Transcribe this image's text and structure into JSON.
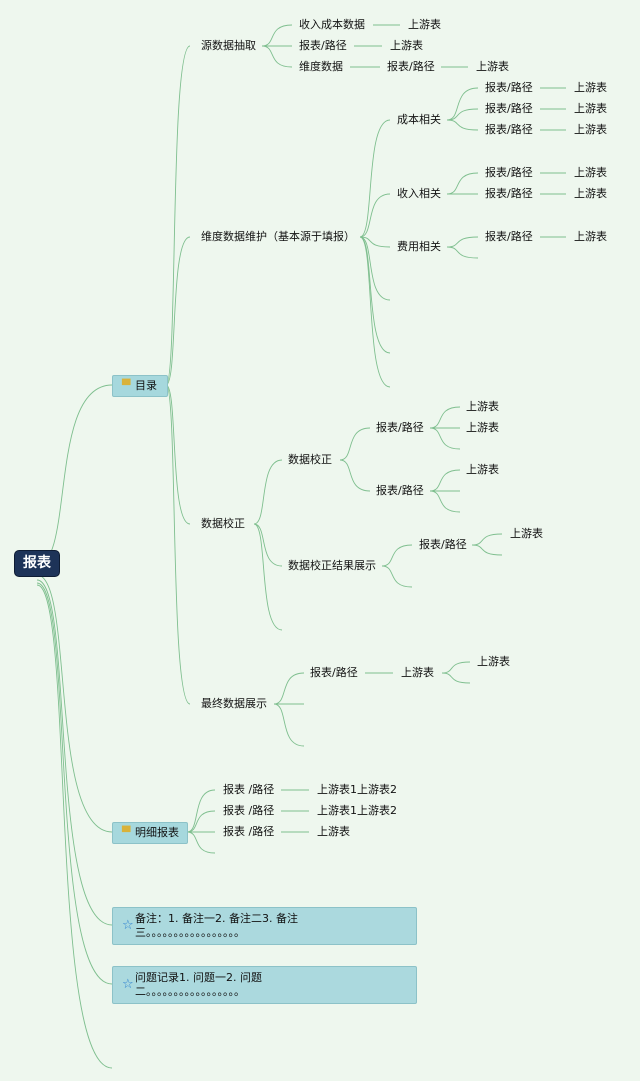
{
  "root": {
    "label": "报表"
  },
  "mulu": {
    "label": "目录",
    "icon": "folder-icon",
    "yuan": {
      "label": "源数据抽取",
      "items": [
        {
          "a": "收入成本数据",
          "b": "上游表"
        },
        {
          "a": "报表/路径",
          "b": "上游表"
        },
        {
          "a": "维度数据",
          "b": "报表/路径",
          "c": "上游表"
        }
      ]
    },
    "weihu": {
      "label": "维度数据维护（基本源于填报）",
      "chengben": {
        "label": "成本相关",
        "items": [
          {
            "a": "报表/路径",
            "b": "上游表"
          },
          {
            "a": "报表/路径",
            "b": "上游表"
          },
          {
            "a": "报表/路径",
            "b": "上游表"
          }
        ]
      },
      "shouru": {
        "label": "收入相关",
        "items": [
          {
            "a": "报表/路径",
            "b": "上游表"
          },
          {
            "a": "报表/路径",
            "b": "上游表"
          }
        ]
      },
      "feiyong": {
        "label": "费用相关",
        "items": [
          {
            "a": "报表/路径",
            "b": "上游表"
          }
        ]
      }
    },
    "jiaozheng": {
      "label": "数据校正",
      "sub": {
        "label": "数据校正",
        "r1": {
          "label": "报表/路径",
          "u1": "上游表",
          "u2": "上游表"
        },
        "r2": {
          "label": "报表/路径",
          "u1": "上游表"
        }
      },
      "jieguo": {
        "label": "数据校正结果展示",
        "r": {
          "label": "报表/路径",
          "u": "上游表"
        }
      }
    },
    "zuizhong": {
      "label": "最终数据展示",
      "r": {
        "label": "报表/路径",
        "m": "上游表",
        "u": "上游表"
      }
    }
  },
  "mingxi": {
    "label": "明细报表",
    "icon": "folder-icon",
    "items": [
      {
        "a": "报表 /路径",
        "b": "上游表1上游表2"
      },
      {
        "a": "报表 /路径",
        "b": "上游表1上游表2"
      },
      {
        "a": "报表 /路径",
        "b": "上游表"
      }
    ]
  },
  "beizhu": {
    "label": "备注：1. 备注一2. 备注二3. 备注三。。。。。。。。。。。。。。。。。",
    "icon": "star-icon"
  },
  "wenti": {
    "label": "问题记录1. 问题一2. 问题二。。。。。。。。。。。。。。。。。",
    "icon": "star-icon"
  },
  "colors": {
    "line": "#7fbf8f",
    "box": "#a6d8dd",
    "root": "#1d3358",
    "background": "#eef7ee"
  }
}
